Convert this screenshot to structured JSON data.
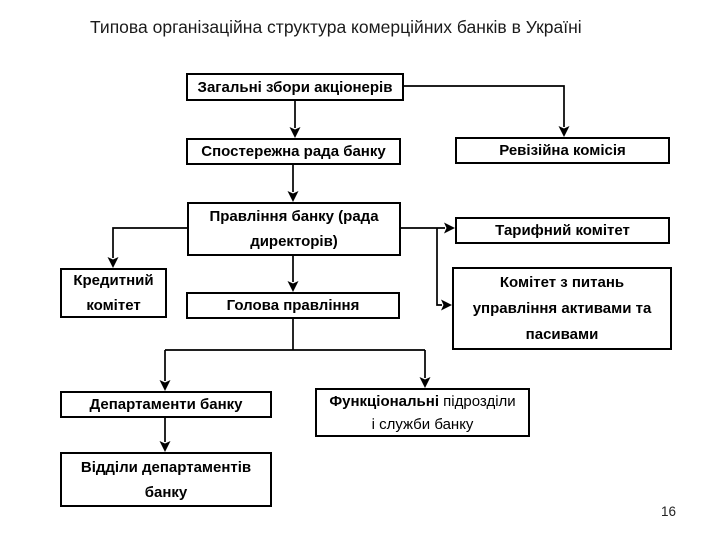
{
  "slide": {
    "title": "Типова організаційна структура комерційних банків в Україні",
    "page_number": "16"
  },
  "nodes": {
    "shareholders": {
      "label": "Загальні збори акціонерів"
    },
    "supervisory": {
      "label": "Спостережна рада банку"
    },
    "audit": {
      "label": "Ревізійна комісія"
    },
    "board": {
      "lines": [
        "Правління банку (рада",
        "директорів)"
      ]
    },
    "tariff": {
      "label": "Тарифний комітет"
    },
    "credit": {
      "lines": [
        "Кредитний",
        "комітет"
      ]
    },
    "chairman": {
      "label": "Голова правління"
    },
    "alco": {
      "lines": [
        "Комітет з питань",
        "управління активами та",
        "пасивами"
      ]
    },
    "departments": {
      "label": "Департаменти банку"
    },
    "functional": {
      "line1_bold": "Функціональні",
      "line1_rest": " підрозділи",
      "line2": "і служби банку"
    },
    "divisions": {
      "lines": [
        "Відділи департаментів",
        "банку"
      ]
    }
  }
}
